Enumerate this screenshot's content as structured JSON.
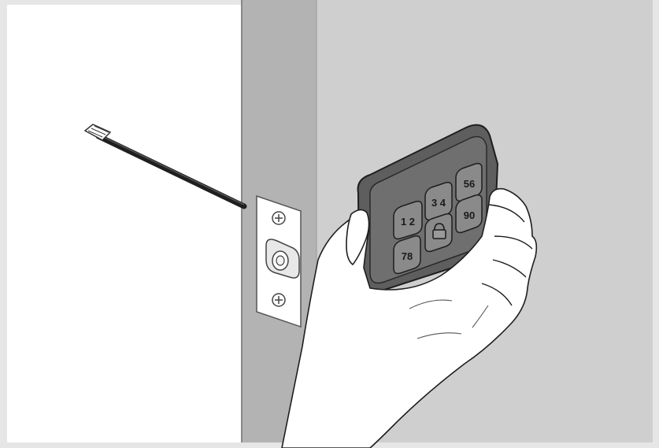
{
  "illustration": {
    "keypad": {
      "keys": [
        {
          "id": "key-12",
          "label": "1 2"
        },
        {
          "id": "key-34",
          "label": "3 4"
        },
        {
          "id": "key-56",
          "label": "56"
        },
        {
          "id": "key-lock",
          "label": ""
        },
        {
          "id": "key-78",
          "label": "78"
        },
        {
          "id": "key-90",
          "label": "90"
        }
      ],
      "colors": {
        "body": "#6f6f6f",
        "face": "#5e5e5e",
        "key": "#8a8a8a",
        "outline": "#222222"
      }
    },
    "colors": {
      "frame": "#e6e6e6",
      "door_interior": "#ffffff",
      "door_edge": "#b3b3b3",
      "door_face": "#cfcfcf",
      "cable": "#1f1f1f",
      "hand_fill": "#ffffff",
      "strike_plate": "#ffffff"
    }
  }
}
